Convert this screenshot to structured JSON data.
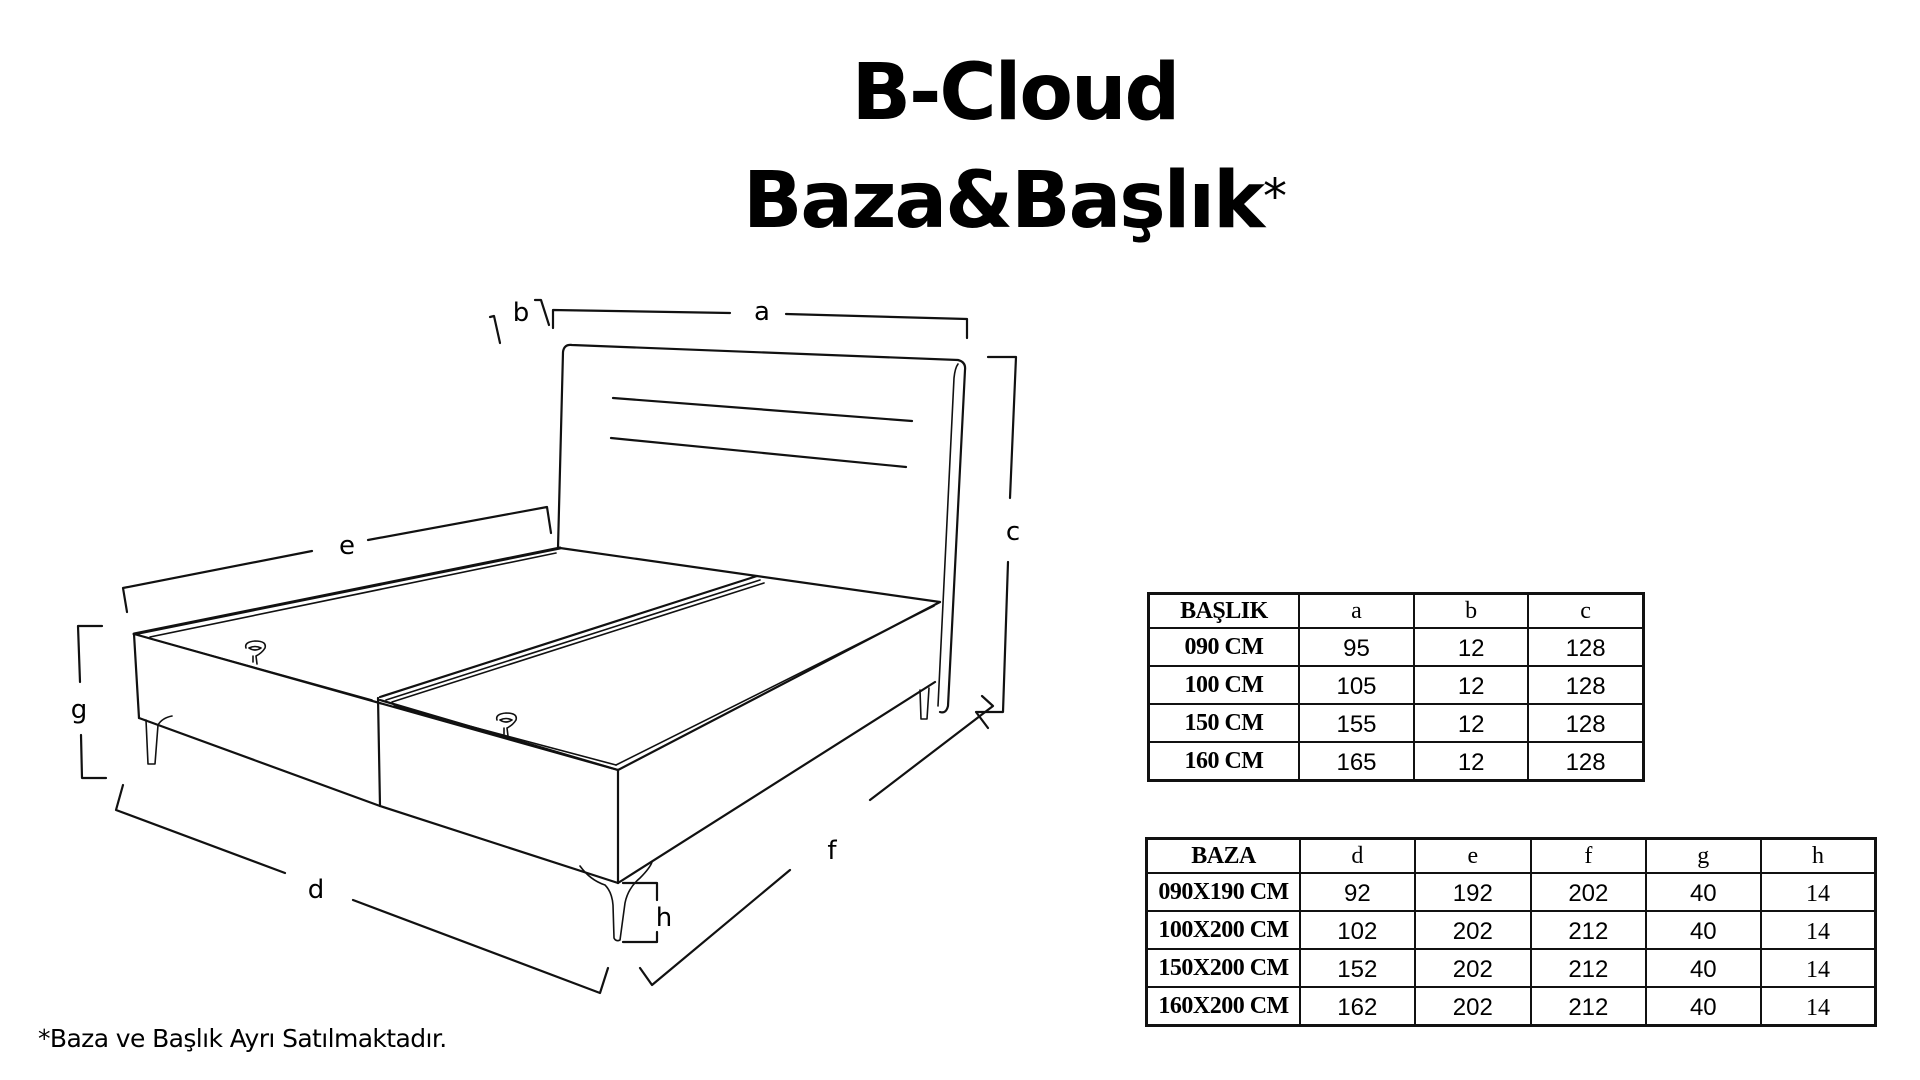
{
  "title": {
    "line1": "B-Cloud",
    "line2": "Baza&Başlık",
    "asterisk": "*"
  },
  "drawing": {
    "labels": {
      "a": "a",
      "b": "b",
      "c": "c",
      "d": "d",
      "e": "e",
      "f": "f",
      "g": "g",
      "h": "h"
    }
  },
  "baslik_table": {
    "header": [
      "BAŞLIK",
      "a",
      "b",
      "c"
    ],
    "rows": [
      [
        "090 CM",
        "95",
        "12",
        "128"
      ],
      [
        "100 CM",
        "105",
        "12",
        "128"
      ],
      [
        "150 CM",
        "155",
        "12",
        "128"
      ],
      [
        "160 CM",
        "165",
        "12",
        "128"
      ]
    ]
  },
  "baza_table": {
    "header": [
      "BAZA",
      "d",
      "e",
      "f",
      "g",
      "h"
    ],
    "rows": [
      [
        "090X190 CM",
        "92",
        "192",
        "202",
        "40",
        "14"
      ],
      [
        "100X200 CM",
        "102",
        "202",
        "212",
        "40",
        "14"
      ],
      [
        "150X200 CM",
        "152",
        "202",
        "212",
        "40",
        "14"
      ],
      [
        "160X200 CM",
        "162",
        "202",
        "212",
        "40",
        "14"
      ]
    ]
  },
  "footnote": "*Baza ve Başlık Ayrı Satılmaktadır."
}
